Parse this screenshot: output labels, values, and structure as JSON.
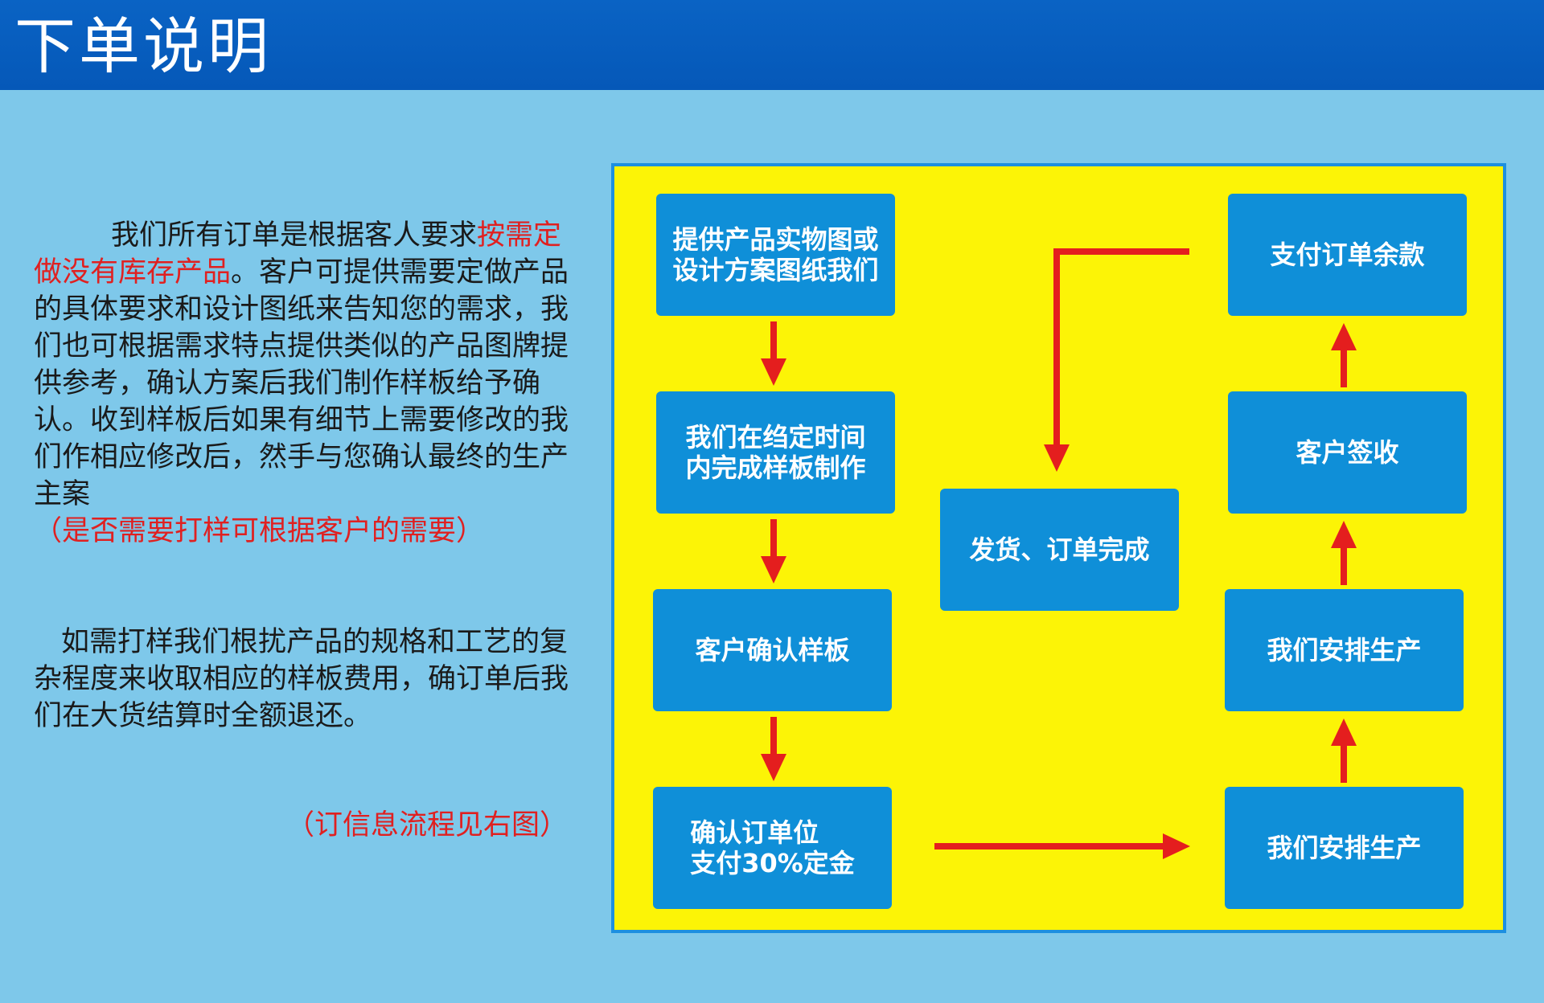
{
  "header": {
    "title": "下单说明"
  },
  "intro": {
    "part1": "我们所有订单是根据客人要求",
    "highlight": "按需定做没有库存产品",
    "part2": "。客户可提供需要定做产品的具体要求和设计图纸来告知您的需求，我们也可根据需求特点提供类似的产品图牌提供参考，确认方案后我们制作样板给予确认。收到样板后如果有细节上需要修改的我们作相应修改后，然手与您确认最终的生产主案",
    "note": "（是否需要打样可根据客户的需要）"
  },
  "para2": {
    "text": "如需打样我们根扰产品的规格和工艺的复杂程度来收取相应的样板费用，确订单后我们在大货结算时全额退还。"
  },
  "see_right": "（订信息流程见右图）",
  "flow": {
    "step1": "提供产品实物图或设计方案图纸我们",
    "step2": "我们在绉定时间内完成样板制作",
    "step3": "客户确认样板",
    "step4_line1": "确认订单位",
    "step4_line2": "支付30%定金",
    "step5": "我们安排生产",
    "step6": "我们安排生产",
    "step7": "客户签收",
    "step8": "支付订单余款",
    "step9": "发货、订单完成"
  },
  "colors": {
    "header_bg": "#0558b8",
    "page_bg": "#7ec8ea",
    "panel_bg": "#fcf406",
    "box_bg": "#0f8fd8",
    "arrow": "#e41e1e",
    "highlight_text": "#e02020"
  }
}
